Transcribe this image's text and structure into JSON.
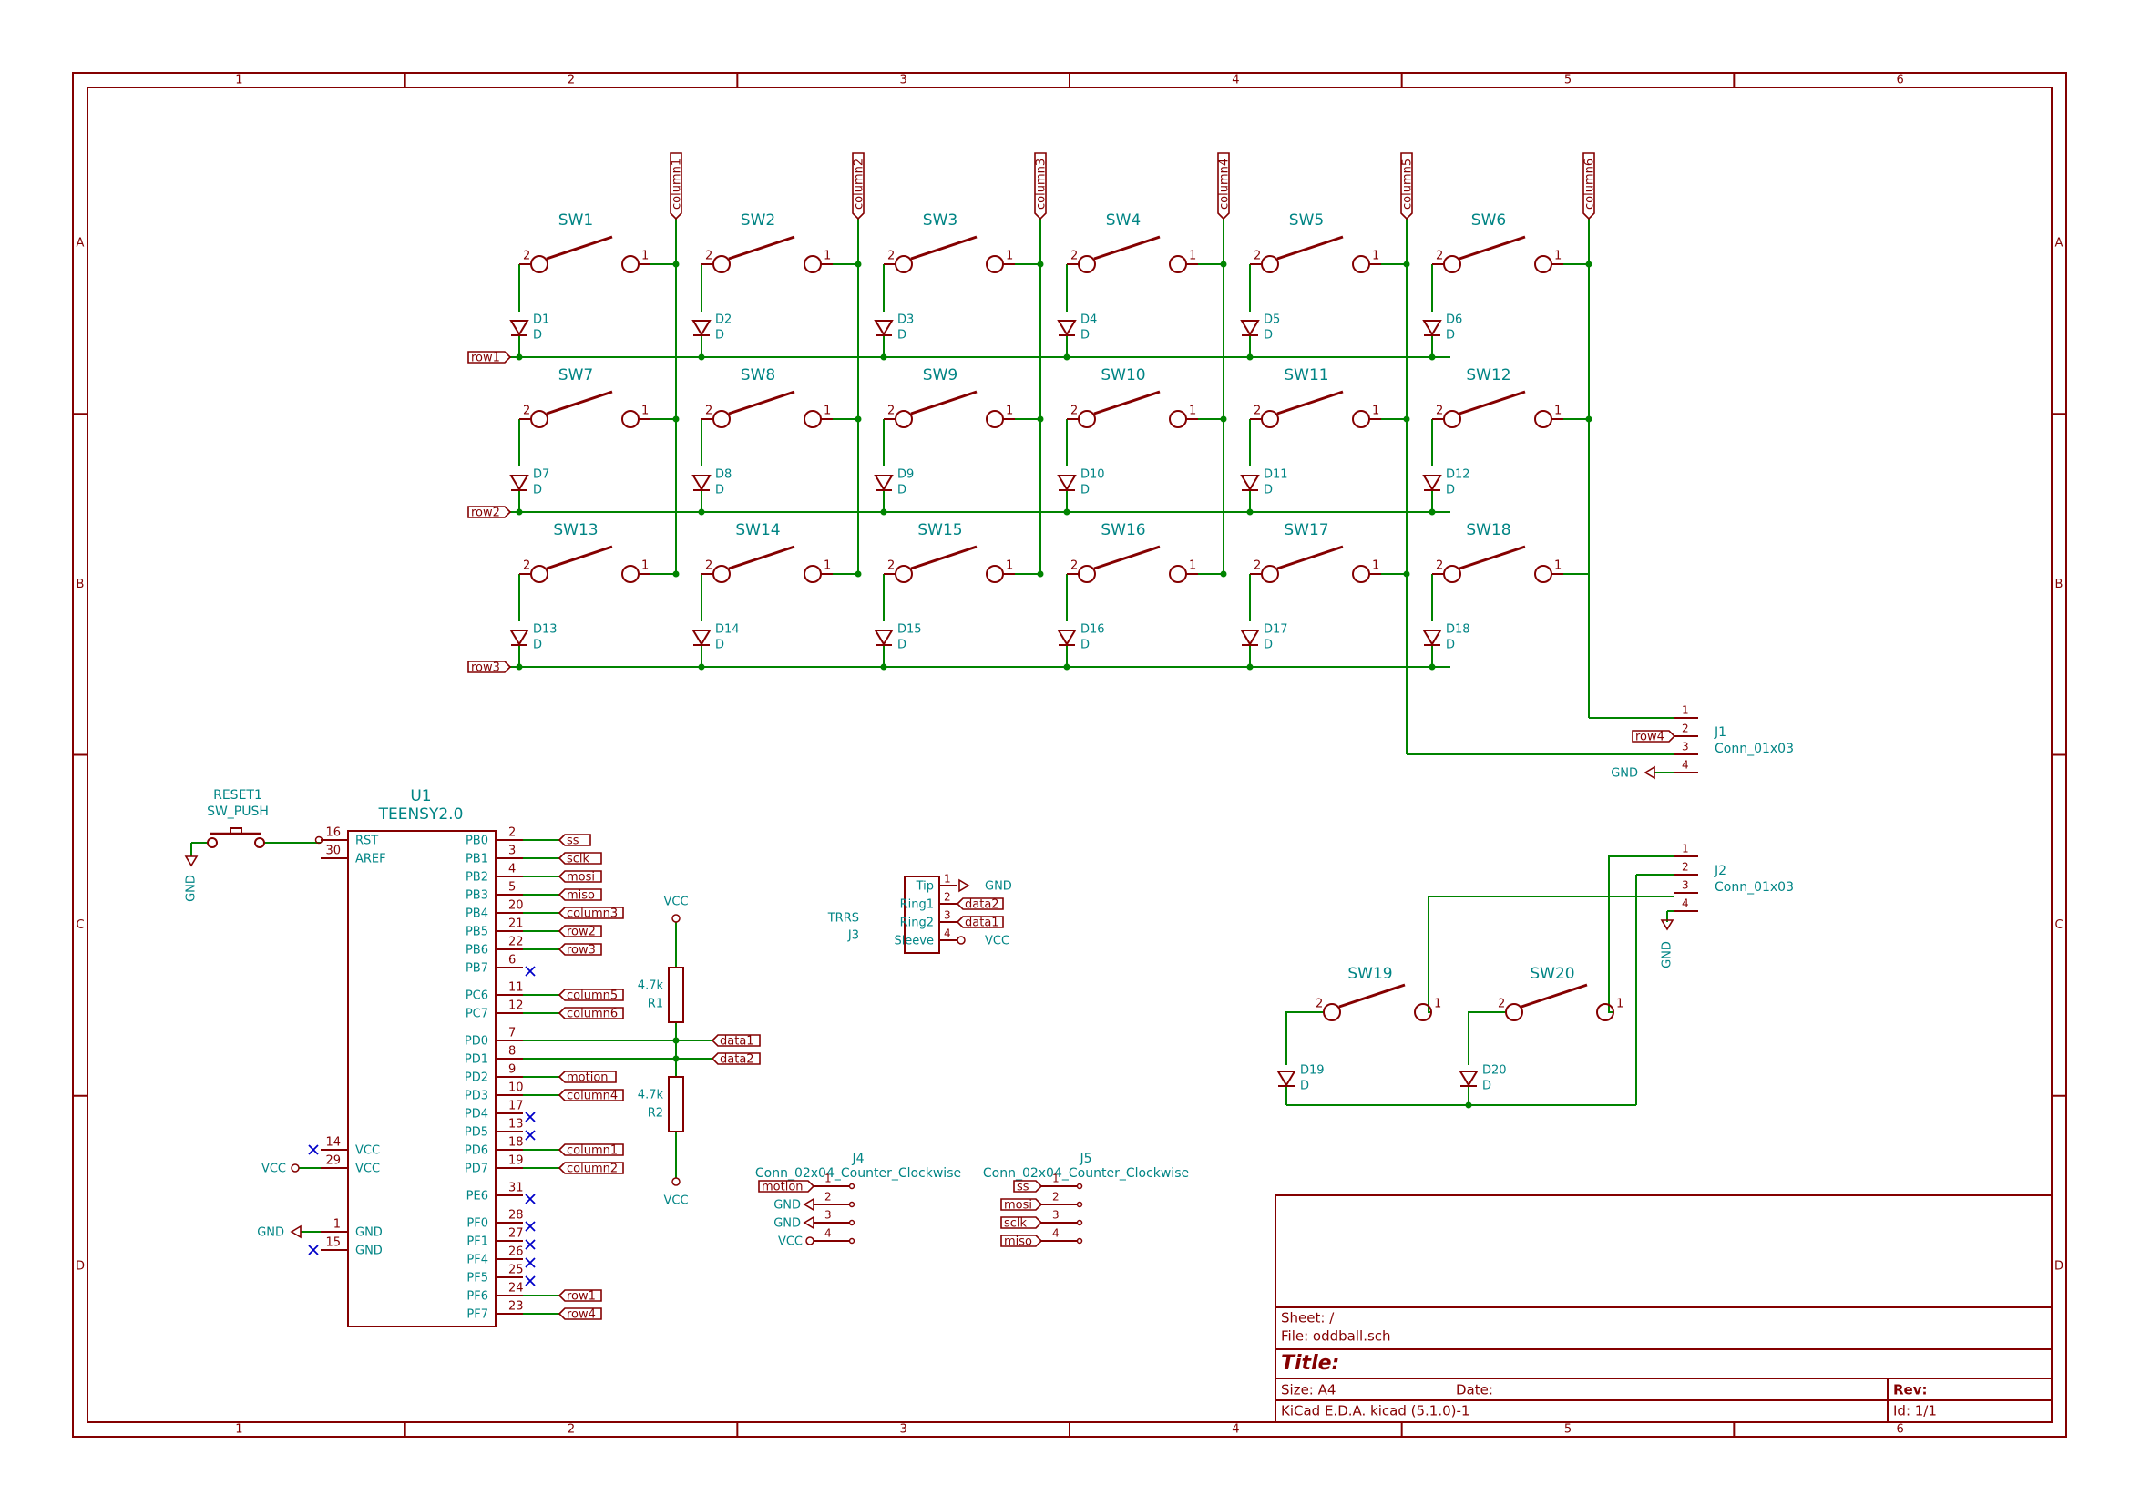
{
  "colors": {
    "frame": "#840000",
    "wire": "#008400",
    "label": "#008484",
    "pin_text": "#840000",
    "noconnect": "#0000c8",
    "junction": "#008400"
  },
  "frame": {
    "columns": [
      "1",
      "2",
      "3",
      "4",
      "5",
      "6"
    ],
    "rows": [
      "A",
      "B",
      "C",
      "D"
    ]
  },
  "matrix": {
    "column_labels": [
      "column1",
      "column2",
      "column3",
      "column4",
      "column5",
      "column6"
    ],
    "row_labels": [
      "row1",
      "row2",
      "row3"
    ],
    "switches": [
      [
        "SW1",
        "SW2",
        "SW3",
        "SW4",
        "SW5",
        "SW6"
      ],
      [
        "SW7",
        "SW8",
        "SW9",
        "SW10",
        "SW11",
        "SW12"
      ],
      [
        "SW13",
        "SW14",
        "SW15",
        "SW16",
        "SW17",
        "SW18"
      ]
    ],
    "diodes": [
      [
        "D1",
        "D2",
        "D3",
        "D4",
        "D5",
        "D6"
      ],
      [
        "D7",
        "D8",
        "D9",
        "D10",
        "D11",
        "D12"
      ],
      [
        "D13",
        "D14",
        "D15",
        "D16",
        "D17",
        "D18"
      ]
    ],
    "diode_value": "D",
    "pin1": "1",
    "pin2": "2"
  },
  "j1": {
    "ref": "J1",
    "value": "Conn_01x03",
    "pins": [
      "1",
      "2",
      "3",
      "4"
    ],
    "row4": "row4",
    "gnd": "GND"
  },
  "j2": {
    "ref": "J2",
    "value": "Conn_01x03",
    "pins": [
      "1",
      "2",
      "3",
      "4"
    ],
    "gnd": "GND"
  },
  "bottom_matrix": {
    "switches": [
      "SW19",
      "SW20"
    ],
    "diodes": [
      "D19",
      "D20"
    ],
    "diode_value": "D"
  },
  "reset": {
    "ref": "RESET1",
    "value": "SW_PUSH",
    "gnd": "GND"
  },
  "u1": {
    "ref": "U1",
    "value": "TEENSY2.0",
    "left_pins": [
      {
        "num": "16",
        "name": "RST"
      },
      {
        "num": "30",
        "name": "AREF"
      },
      {
        "num": "14",
        "name": "VCC"
      },
      {
        "num": "29",
        "name": "VCC"
      },
      {
        "num": "1",
        "name": "GND"
      },
      {
        "num": "15",
        "name": "GND"
      }
    ],
    "right_pins": [
      {
        "num": "2",
        "name": "PB0",
        "net": "ss"
      },
      {
        "num": "3",
        "name": "PB1",
        "net": "sclk"
      },
      {
        "num": "4",
        "name": "PB2",
        "net": "mosi"
      },
      {
        "num": "5",
        "name": "PB3",
        "net": "miso"
      },
      {
        "num": "20",
        "name": "PB4",
        "net": "column3"
      },
      {
        "num": "21",
        "name": "PB5",
        "net": "row2"
      },
      {
        "num": "22",
        "name": "PB6",
        "net": "row3"
      },
      {
        "num": "6",
        "name": "PB7",
        "net": ""
      },
      {
        "num": "11",
        "name": "PC6",
        "net": "column5"
      },
      {
        "num": "12",
        "name": "PC7",
        "net": "column6"
      },
      {
        "num": "7",
        "name": "PD0",
        "net": ""
      },
      {
        "num": "8",
        "name": "PD1",
        "net": ""
      },
      {
        "num": "9",
        "name": "PD2",
        "net": "motion"
      },
      {
        "num": "10",
        "name": "PD3",
        "net": "column4"
      },
      {
        "num": "17",
        "name": "PD4",
        "net": ""
      },
      {
        "num": "13",
        "name": "PD5",
        "net": ""
      },
      {
        "num": "18",
        "name": "PD6",
        "net": "column1"
      },
      {
        "num": "19",
        "name": "PD7",
        "net": "column2"
      },
      {
        "num": "31",
        "name": "PE6",
        "net": ""
      },
      {
        "num": "28",
        "name": "PF0",
        "net": ""
      },
      {
        "num": "27",
        "name": "PF1",
        "net": ""
      },
      {
        "num": "26",
        "name": "PF4",
        "net": ""
      },
      {
        "num": "25",
        "name": "PF5",
        "net": ""
      },
      {
        "num": "24",
        "name": "PF6",
        "net": "row1"
      },
      {
        "num": "23",
        "name": "PF7",
        "net": "row4"
      }
    ],
    "vcc": "VCC",
    "gnd": "GND"
  },
  "resistors": {
    "r1": {
      "ref": "R1",
      "value": "4.7k"
    },
    "r2": {
      "ref": "R2",
      "value": "4.7k"
    },
    "vcc": "VCC",
    "data1": "data1",
    "data2": "data2"
  },
  "trrs": {
    "ref": "J3",
    "value": "TRRS",
    "pins": [
      {
        "num": "1",
        "name": "Tip",
        "net": "GND"
      },
      {
        "num": "2",
        "name": "Ring1",
        "net": "data2"
      },
      {
        "num": "3",
        "name": "Ring2",
        "net": "data1"
      },
      {
        "num": "4",
        "name": "Sleeve",
        "net": "VCC"
      }
    ]
  },
  "j4": {
    "ref": "J4",
    "value": "Conn_02x04_Counter_Clockwise",
    "pins": [
      {
        "num": "1",
        "net": "motion"
      },
      {
        "num": "2",
        "net": "GND"
      },
      {
        "num": "3",
        "net": "GND"
      },
      {
        "num": "4",
        "net": "VCC"
      }
    ]
  },
  "j5": {
    "ref": "J5",
    "value": "Conn_02x04_Counter_Clockwise",
    "pins": [
      {
        "num": "1",
        "net": "ss"
      },
      {
        "num": "2",
        "net": "mosi"
      },
      {
        "num": "3",
        "net": "sclk"
      },
      {
        "num": "4",
        "net": "miso"
      }
    ]
  },
  "title_block": {
    "sheet": "Sheet: /",
    "file": "File: oddball.sch",
    "title": "Title:",
    "size": "Size: A4",
    "date": "Date:",
    "rev": "Rev:",
    "tool": "KiCad E.D.A.  kicad (5.1.0)-1",
    "id": "Id: 1/1"
  }
}
